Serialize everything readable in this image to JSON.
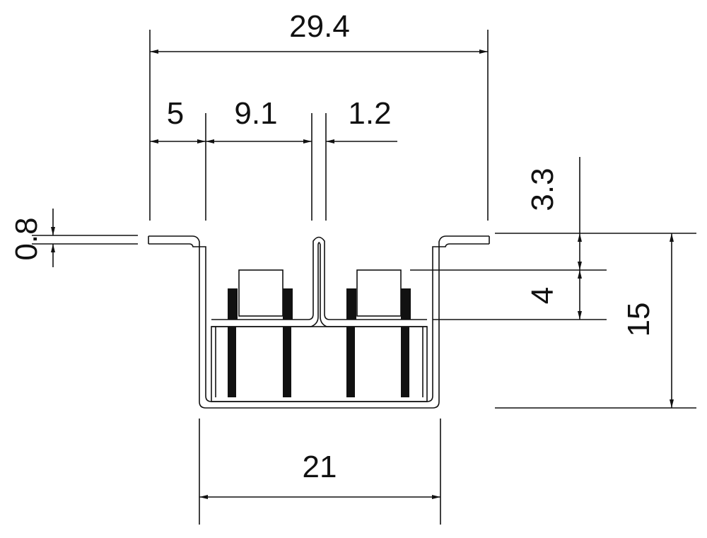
{
  "drawing": {
    "dimensions": {
      "overall_width": "29.4",
      "offset_left": "5",
      "gap_center": "9.1",
      "rib_width": "1.2",
      "thickness": "0.8",
      "top_drop": "3.3",
      "mid_drop": "4",
      "total_height": "15",
      "bottom_width": "21"
    }
  },
  "colors": {
    "ink": "#111111",
    "paper": "#ffffff"
  }
}
